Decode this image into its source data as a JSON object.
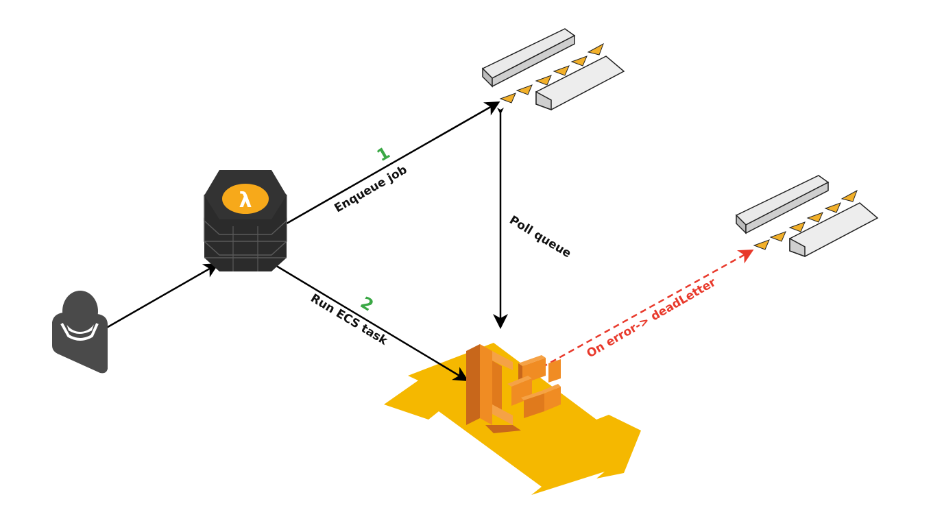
{
  "labels": {
    "enqueue_step": "1",
    "enqueue": "Enqueue job",
    "run_step": "2",
    "run_task": "Run ECS task",
    "poll": "Poll queue",
    "on_error": "On error-> deadLetter"
  },
  "icons": {
    "user": "user-icon",
    "lambda": "lambda-icon",
    "queue": "sqs-queue-icon",
    "dead_letter_queue": "sqs-queue-icon",
    "ecs": "ecs-icon"
  },
  "colors": {
    "step_number": "#3aa845",
    "error": "#e8392b",
    "lambda_badge": "#f7a91a",
    "platform": "#f5b800",
    "ecs": "#f08c23",
    "queue_arrow": "#f2b02a",
    "server": "#2b2b2b",
    "user": "#4a4a4a"
  }
}
